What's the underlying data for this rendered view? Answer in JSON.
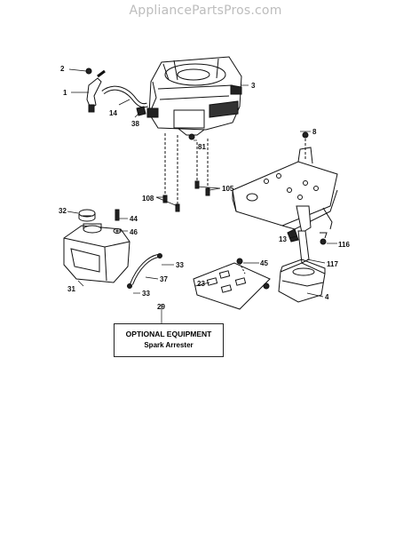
{
  "header": {
    "watermark": "AppliancePartsPros.com"
  },
  "callouts": {
    "c2": "2",
    "c1": "1",
    "c14": "14",
    "c3": "3",
    "c38": "38",
    "c81": "81",
    "c8": "8",
    "c105": "105",
    "c108": "108",
    "c44": "44",
    "c46": "46",
    "c32": "32",
    "c45": "45",
    "c13": "13",
    "c116": "116",
    "c117": "117",
    "c33a": "33",
    "c37": "37",
    "c23": "23",
    "c4": "4",
    "c31": "31",
    "c33b": "33",
    "c29": "29"
  },
  "optional_box": {
    "title": "OPTIONAL EQUIPMENT",
    "subtitle": "Spark Arrester"
  }
}
